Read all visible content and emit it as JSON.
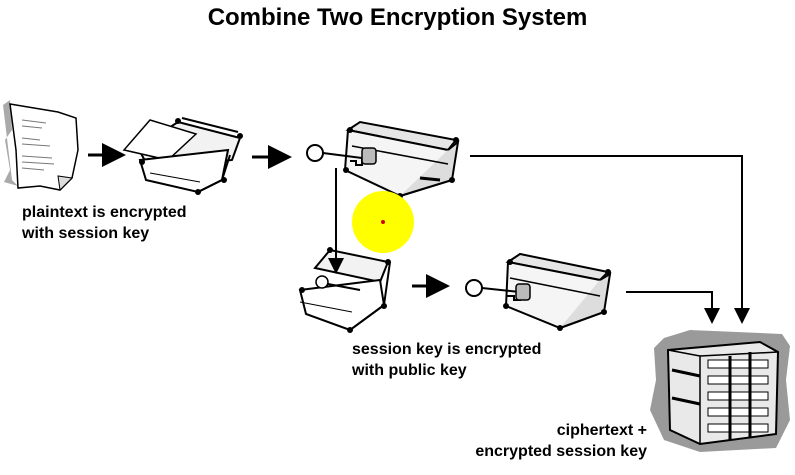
{
  "title": "Combine Two Encryption System",
  "captions": {
    "plaintext_line1": "plaintext is encrypted",
    "plaintext_line2": "with session key",
    "session_line1": "session key is encrypted",
    "session_line2": "with public key",
    "cipher_line1": "ciphertext +",
    "cipher_line2": "encrypted session key"
  },
  "highlight_color": "#ffff00",
  "pointer_color": "#d00000"
}
